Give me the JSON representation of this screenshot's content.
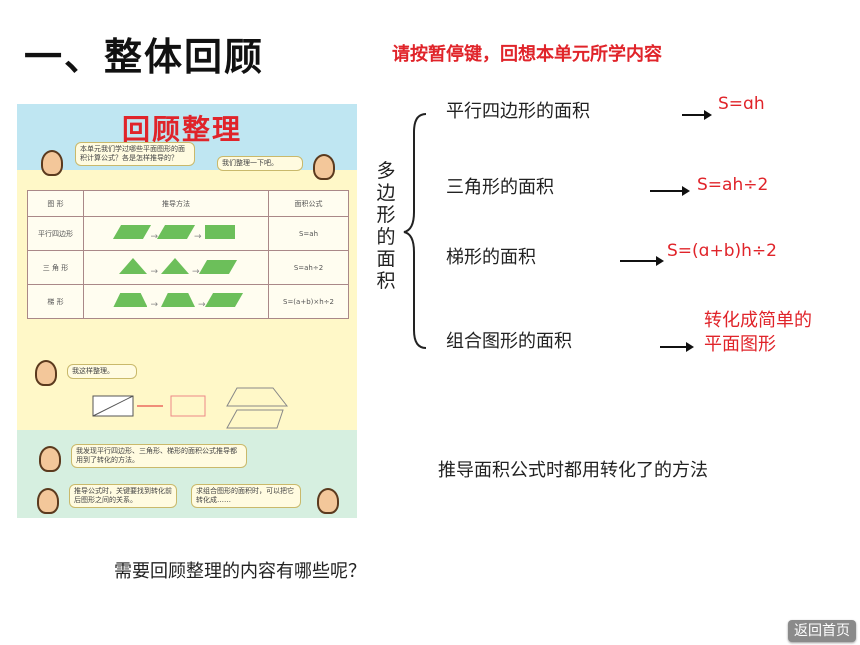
{
  "slide": {
    "title": "一、整体回顾",
    "hint": "请按暂停键，回想本单元所学内容"
  },
  "panel": {
    "heading": "回顾整理",
    "bubble_1": "本单元我们学过哪些平面图形的面积计算公式？各是怎样推导的？",
    "bubble_2": "我们整理一下吧。",
    "table_headers": [
      "图 形",
      "推导方法",
      "面积公式"
    ],
    "rows": [
      {
        "shape": "平行四边形",
        "formula": "S=ah"
      },
      {
        "shape": "三 角 形",
        "formula": "S=ah÷2"
      },
      {
        "shape": "梯 形",
        "formula": "S=(a+b)×h÷2"
      }
    ],
    "bubble_3": "我这样整理。",
    "bubble_4": "我发现平行四边形、三角形、梯形的面积公式推导都用到了转化的方法。",
    "bubble_5": "推导公式时，关键要找到转化前后图形之间的关系。",
    "bubble_6": "求组合图形的面积时，可以把它转化成……"
  },
  "vertical_label": [
    "多",
    "边",
    "形",
    "的",
    "面",
    "积"
  ],
  "items": [
    {
      "label": "平行四边形的面积",
      "formula": "S=ɑh"
    },
    {
      "label": "三角形的面积",
      "formula": "S=ah÷2"
    },
    {
      "label": "梯形的面积",
      "formula": "S=(ɑ+b)h÷2"
    },
    {
      "label": "组合图形的面积",
      "formula_line1": "转化成简单的",
      "formula_line2": "平面图形"
    }
  ],
  "note": "推导面积公式时都用转化了的方法",
  "question": "需要回顾整理的内容有哪些呢？",
  "home_button": "返回首页",
  "colors": {
    "accent_red": "#e0242a",
    "panel_bg": "#fff8c8",
    "shape_green": "#6cbf5a"
  }
}
